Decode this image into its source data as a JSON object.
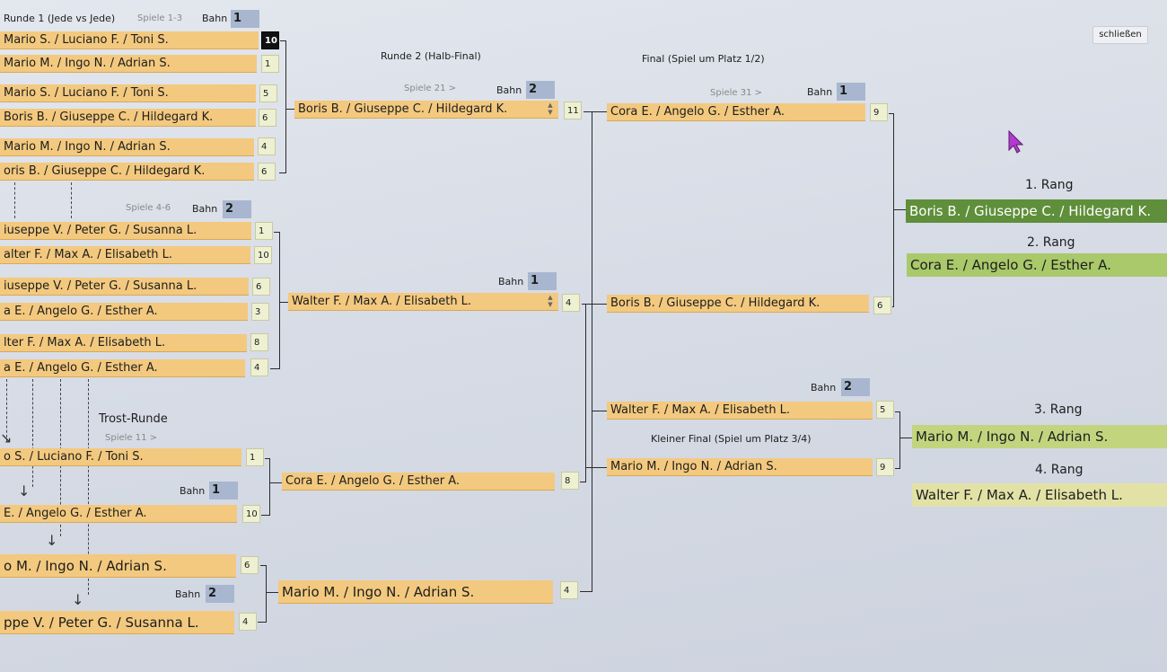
{
  "window": {
    "close_label": "schließen"
  },
  "round1": {
    "title": "Runde 1 (Jede vs Jede)",
    "group_a": {
      "games": "Spiele 1-3",
      "bahn_label": "Bahn",
      "bahn": "1",
      "rows": [
        {
          "name": "Mario S. / Luciano F. / Toni S.",
          "score": "10"
        },
        {
          "name": "Mario M. / Ingo N. / Adrian S.",
          "score": "1"
        },
        {
          "name": "Mario S. / Luciano F. / Toni S.",
          "score": "5"
        },
        {
          "name": "Boris B. / Giuseppe C. / Hildegard K.",
          "score": "6"
        },
        {
          "name": "Mario M. / Ingo N. / Adrian S.",
          "score": "4"
        },
        {
          "name": "oris B. / Giuseppe C. / Hildegard K.",
          "score": "6"
        }
      ]
    },
    "group_b": {
      "games": "Spiele 4-6",
      "bahn_label": "Bahn",
      "bahn": "2",
      "rows": [
        {
          "name": "iuseppe V. / Peter G. / Susanna L.",
          "score": "1"
        },
        {
          "name": "alter F. / Max A. / Elisabeth L.",
          "score": "10"
        },
        {
          "name": "iuseppe V. / Peter G. / Susanna L.",
          "score": "6"
        },
        {
          "name": "a E. / Angelo G. / Esther A.",
          "score": "3"
        },
        {
          "name": "lter F. / Max A. / Elisabeth L.",
          "score": "8"
        },
        {
          "name": "a E. / Angelo G. / Esther A.",
          "score": "4"
        }
      ]
    }
  },
  "trost": {
    "title": "Trost-Runde",
    "games": "Spiele 11 >",
    "bahn_label": "Bahn",
    "bahn_1": "1",
    "bahn_2": "2",
    "rows": [
      {
        "name": "o S. / Luciano F. / Toni S.",
        "score": "1"
      },
      {
        "name": "E. / Angelo G. / Esther A.",
        "score": "10"
      },
      {
        "name": "o M. / Ingo N. / Adrian S.",
        "score": "6"
      },
      {
        "name": "ppe V. / Peter G. / Susanna L.",
        "score": "4"
      }
    ],
    "winners": [
      {
        "name": "Cora E. / Angelo G. / Esther A.",
        "score": "8"
      },
      {
        "name": "Mario M. / Ingo N. / Adrian S.",
        "score": "4"
      }
    ]
  },
  "round2": {
    "title": "Runde 2   (Halb-Final)",
    "games": "Spiele 21 >",
    "bahn_label": "Bahn",
    "bahn_1": "2",
    "bahn_2": "1",
    "rows": [
      {
        "name": "Boris B. / Giuseppe C. / Hildegard K.",
        "score": "11"
      },
      {
        "name": "Walter F. / Max A. / Elisabeth L.",
        "score": "4"
      }
    ]
  },
  "final": {
    "title": "Final (Spiel um Platz 1/2)",
    "games": "Spiele 31 >",
    "bahn_label": "Bahn",
    "bahn": "1",
    "rows": [
      {
        "name": "Cora E. / Angelo G. / Esther A.",
        "score": "9"
      },
      {
        "name": "Boris B. / Giuseppe C. / Hildegard K.",
        "score": "6"
      }
    ]
  },
  "small_final": {
    "title": "Kleiner Final (Spiel um Platz 3/4)",
    "bahn_label": "Bahn",
    "bahn": "2",
    "rows": [
      {
        "name": "Walter F. / Max A. / Elisabeth L.",
        "score": "5"
      },
      {
        "name": "Mario M. / Ingo N. / Adrian S.",
        "score": "9"
      }
    ]
  },
  "ranking": [
    {
      "label": "1. Rang",
      "name": "Boris B. / Giuseppe C. / Hildegard K.",
      "color": "#5f8f3a"
    },
    {
      "label": "2. Rang",
      "name": "Cora E. / Angelo G. / Esther A.",
      "color": "#a9c96a"
    },
    {
      "label": "3. Rang",
      "name": "Mario M. / Ingo N. / Adrian S.",
      "color": "#c3d47e"
    },
    {
      "label": "4. Rang",
      "name": "Walter F. / Max A. / Elisabeth L.",
      "color": "#e3e2a6"
    }
  ]
}
